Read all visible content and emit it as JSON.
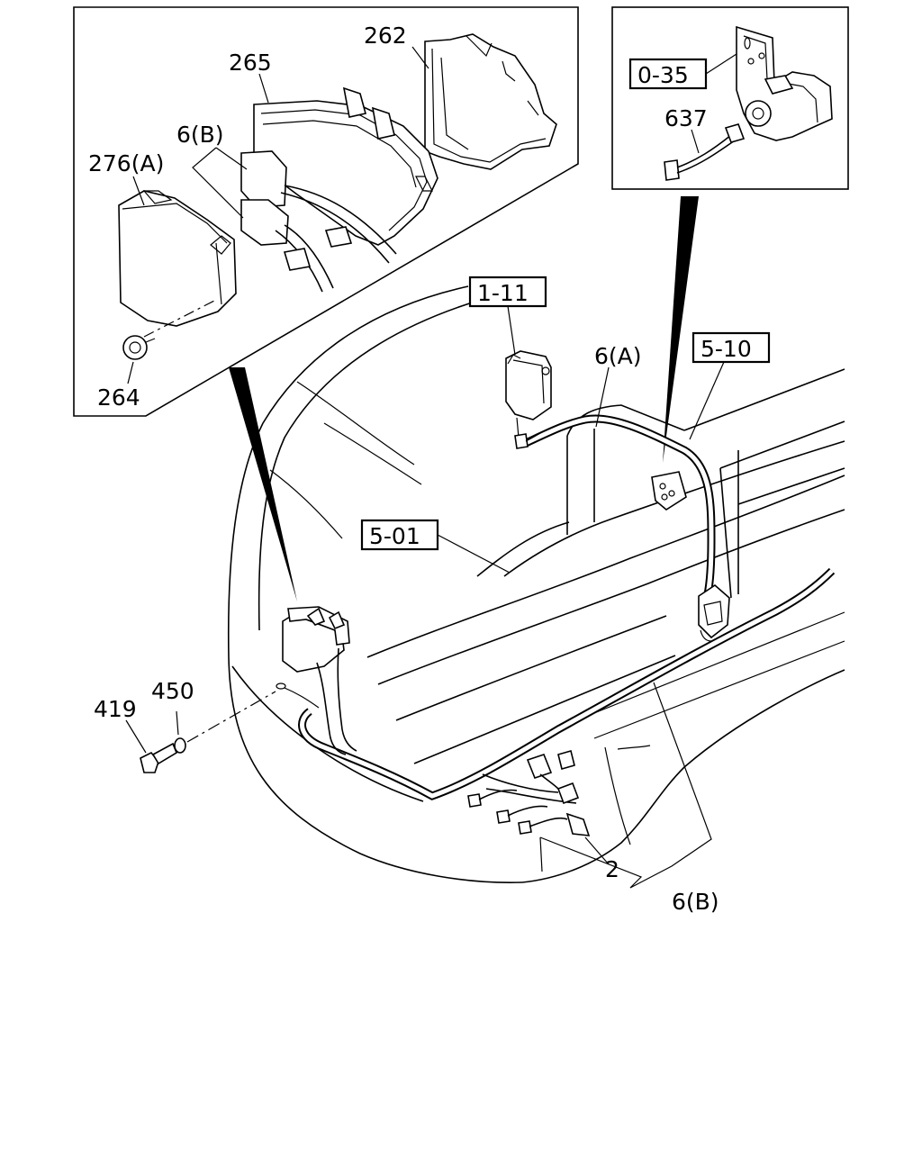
{
  "diagram": {
    "labels": {
      "p262": "262",
      "p265": "265",
      "p6b_top": "6(B)",
      "p276a": "276(A)",
      "p264": "264",
      "p637": "637",
      "p1_11": "1-11",
      "p0_35": "0-35",
      "p6a": "6(A)",
      "p5_10": "5-10",
      "p5_01": "5-01",
      "p419": "419",
      "p450": "450",
      "p2": "2",
      "p6b_bottom": "6(B)"
    }
  }
}
